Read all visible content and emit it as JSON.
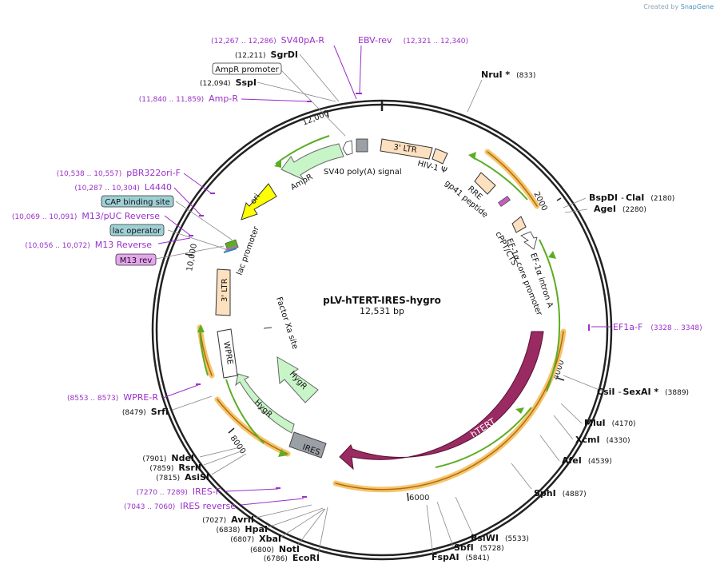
{
  "credit": {
    "prefix": "Created by",
    "brand": "SnapGene"
  },
  "plasmid": {
    "name": "pLV-hTERT-IRES-hygro",
    "length_label": "12,531 bp"
  },
  "ticks": [
    "2000",
    "4000",
    "6000",
    "8000",
    "10,000",
    "12,000"
  ],
  "features": {
    "ltr5": "3' LTR",
    "hiv_psi": "HIV-1 Ψ",
    "rre": "RRE",
    "gp41": "gp41 peptide",
    "cppt": "cPPT/CTS",
    "ef1a_core": "EF-1α core promoter",
    "ef1a_intron": "EF-1α intron A",
    "htert": "hTERT",
    "ires": "IRES",
    "hygr_outer": "HygR",
    "hygr_inner": "HygR",
    "factor_xa": "Factor Xa site",
    "wpre": "WPRE",
    "ltr3": "3' LTR",
    "lac_promoter": "lac promoter",
    "ori": "ori",
    "ampr": "AmpR",
    "sv40": "SV40 poly(A) signal"
  },
  "labels_right": [
    {
      "name": "NruI *",
      "pos": "(833)"
    },
    {
      "name": "BspDI",
      "sep": "-",
      "name2": "ClaI",
      "pos": "(2180)"
    },
    {
      "name": "AgeI",
      "pos": "(2280)"
    },
    {
      "name": "CsiI",
      "sep": "-",
      "name2": "SexAI *",
      "pos": "(3889)"
    },
    {
      "name": "MluI",
      "pos": "(4170)"
    },
    {
      "name": "XcmI",
      "pos": "(4330)"
    },
    {
      "name": "AfeI",
      "pos": "(4539)"
    },
    {
      "name": "SphI",
      "pos": "(4887)"
    },
    {
      "name": "BsiWI",
      "pos": "(5533)"
    },
    {
      "name": "SbfI",
      "pos": "(5728)"
    },
    {
      "name": "FspAI",
      "pos": "(5841)"
    }
  ],
  "labels_left": [
    {
      "name": "EcoRI",
      "pos": "(6786)"
    },
    {
      "name": "NotI",
      "pos": "(6800)"
    },
    {
      "name": "XbaI",
      "pos": "(6807)"
    },
    {
      "name": "HpaI",
      "pos": "(6838)"
    },
    {
      "name": "AvrII",
      "pos": "(7027)"
    },
    {
      "name": "AsiSI",
      "pos": "(7815)"
    },
    {
      "name": "RsrII",
      "pos": "(7859)"
    },
    {
      "name": "NdeI",
      "pos": "(7901)"
    },
    {
      "name": "SrfI",
      "pos": "(8479)"
    },
    {
      "name": "SspI",
      "pos": "(12,094)"
    },
    {
      "name": "SgrDI",
      "pos": "(12,211)"
    }
  ],
  "primers": [
    {
      "name": "EF1a-F",
      "pos": "(3328 .. 3348)"
    },
    {
      "name": "IRES reverse",
      "pos": "(7043 .. 7060)"
    },
    {
      "name": "IRES-F",
      "pos": "(7270 .. 7289)"
    },
    {
      "name": "WPRE-R",
      "pos": "(8553 .. 8573)"
    },
    {
      "name": "M13 Reverse",
      "pos": "(10,056 .. 10,072)"
    },
    {
      "name": "M13/pUC Reverse",
      "pos": "(10,069 .. 10,091)"
    },
    {
      "name": "L4440",
      "pos": "(10,287 .. 10,304)"
    },
    {
      "name": "pBR322ori-F",
      "pos": "(10,538 .. 10,557)"
    },
    {
      "name": "Amp-R",
      "pos": "(11,840 .. 11,859)"
    },
    {
      "name": "SV40pA-R",
      "pos": "(12,267 .. 12,286)"
    },
    {
      "name": "EBV-rev",
      "pos": "(12,321 .. 12,340)"
    }
  ],
  "boxed_features": {
    "cap": "CAP binding site",
    "lacop": "lac operator",
    "m13rev": "M13 rev",
    "ampr_promoter": "AmpR promoter"
  },
  "colors": {
    "backbone": "#222222",
    "primer": "#9b30c9",
    "htert": "#9a2a62",
    "ltr": "#fde0c0",
    "orf_outline": "#f5c56b",
    "green_arrow": "#5cad24",
    "hygr": "#c8f5c8",
    "ires": "#9aa0a6",
    "ori": "#ffff00",
    "cap_box": "#9fd0d6",
    "m13_box": "#e6a6ee"
  }
}
